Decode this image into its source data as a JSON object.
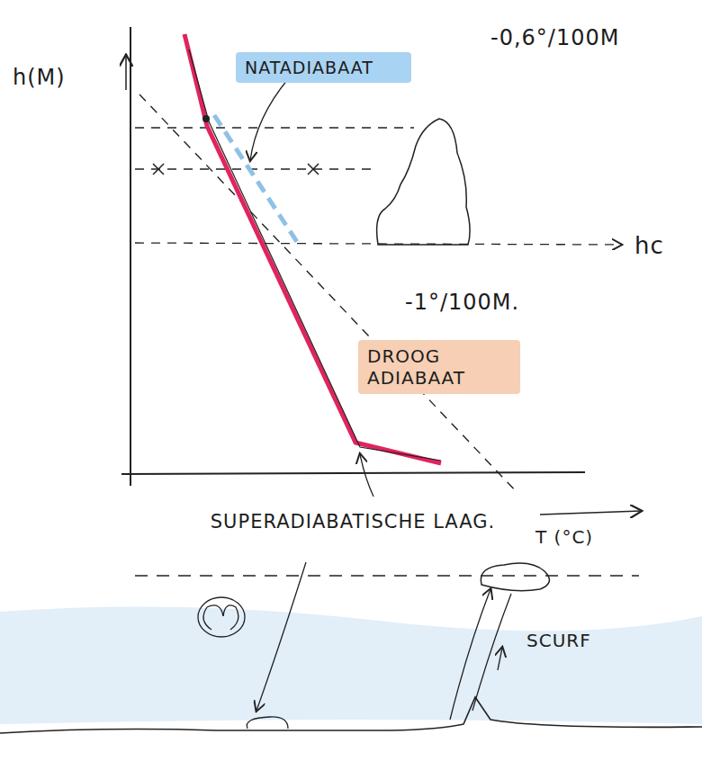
{
  "diagram": {
    "nodes": [
      {
        "text": [
          "NATADIABAAT"
        ]
      },
      {
        "text": [
          "DROOG ADIABAAT"
        ]
      }
    ],
    "labels": [
      "-0,6°/100M",
      "h(M)",
      "hc",
      "-1°/100M.",
      "SUPERADIABATISCHE LAAG.",
      "T (°C)",
      "SCURF"
    ]
  }
}
